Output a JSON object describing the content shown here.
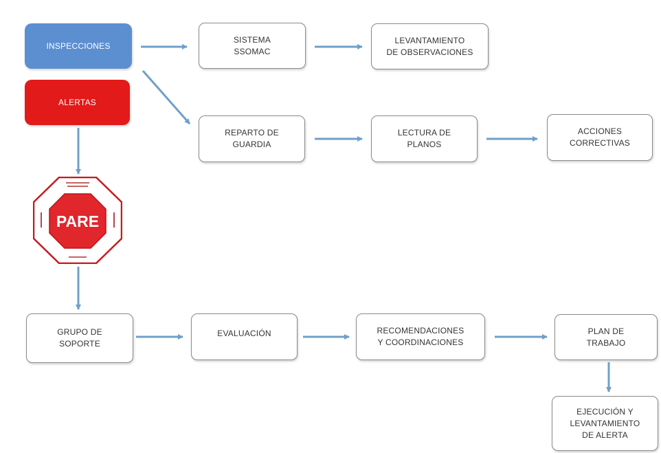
{
  "colors": {
    "inspecciones": "#5b8fd0",
    "alertas": "#e21a1a",
    "arrow": "#6f9fcb",
    "stop_red": "#e1262c",
    "stop_border": "#c41a1f"
  },
  "nodes": {
    "inspecciones": "INSPECCIONES",
    "alertas": "ALERTAS",
    "sistema_ssomac": "SISTEMA\nSSOMAC",
    "levantamiento_observaciones": "LEVANTAMIENTO\nDE OBSERVACIONES",
    "reparto_guardia": "REPARTO DE\nGUARDIA",
    "lectura_planos": "LECTURA DE\nPLANOS",
    "acciones_correctivas": "ACCIONES\nCORRECTIVAS",
    "grupo_soporte": "GRUPO DE\nSOPORTE",
    "evaluacion": "EVALUACIÓN",
    "recomendaciones": "RECOMENDACIONES\nY COORDINACIONES",
    "plan_trabajo": "PLAN DE\nTRABAJO",
    "ejecucion": "EJECUCIÓN Y\nLEVANTAMIENTO\nDE ALERTA"
  },
  "stop_sign": {
    "label": "PARE"
  },
  "icons": {
    "stop_sign": "stop-sign-icon",
    "arrow": "arrow-right-icon"
  }
}
